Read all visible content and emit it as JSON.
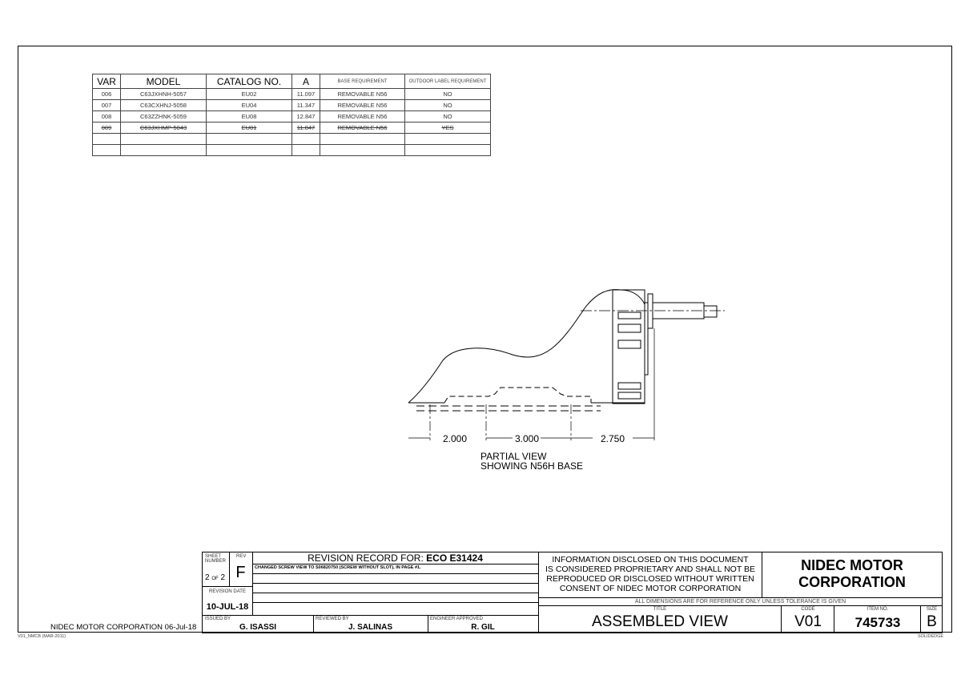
{
  "variant_table": {
    "headers": [
      "VAR",
      "MODEL",
      "CATALOG NO.",
      "A",
      "BASE REQUIREMENT",
      "OUTDOOR LABEL REQUIREMENT"
    ],
    "rows": [
      [
        "006",
        "C63JXHNH-5057",
        "EU02",
        "11.097",
        "REMOVABLE N56",
        "NO"
      ],
      [
        "007",
        "C63CXHNJ-5058",
        "EU04",
        "11.347",
        "REMOVABLE N56",
        "NO"
      ],
      [
        "008",
        "C63ZZHNK-5059",
        "EU08",
        "12.847",
        "REMOVABLE N56",
        "NO"
      ],
      [
        "009",
        "C63JXHMP-5043",
        "EU01",
        "11.847",
        "REMOVABLE N56",
        "YES"
      ]
    ]
  },
  "drawing": {
    "dimensions": [
      "2.000",
      "3.000",
      "2.750"
    ],
    "caption_line1": "PARTIAL VIEW",
    "caption_line2": "SHOWING N56H BASE"
  },
  "title_block": {
    "sheet_number_label": "SHEET NUMBER",
    "sheet": "2",
    "of": "OF",
    "sheets_total": "2",
    "rev_label": "REV",
    "rev": "F",
    "revision_date_label": "REVISION DATE",
    "revision_date": "10-JUL-18",
    "revision_record_title": "REVISION RECORD FOR:",
    "eco": "ECO E31424",
    "revision_note": "CHANGED SCREW VIEW TO S06820750 (SCREW WITHOUT SLOT), IN PAGE #1.",
    "issued_by_label": "ISSUED BY",
    "issued_by": "G. ISASSI",
    "reviewed_by_label": "REVIEWED BY",
    "reviewed_by": "J. SALINAS",
    "engineer_label": "ENGINEER APPROVED",
    "engineer": "R. GIL",
    "proprietary": [
      "INFORMATION DISCLOSED ON THIS DOCUMENT",
      "IS CONSIDERED PROPRIETARY AND SHALL NOT BE",
      "REPRODUCED OR DISCLOSED WITHOUT WRITTEN",
      "CONSENT OF NIDEC MOTOR CORPORATION"
    ],
    "company_line1": "NIDEC MOTOR",
    "company_line2": "CORPORATION",
    "dimensions_note": "ALL DIMENSIONS ARE FOR REFERENCE ONLY UNLESS TOLERANCE IS GIVEN",
    "title_label": "TITLE",
    "title": "ASSEMBLED VIEW",
    "code_label": "CODE",
    "code": "V01",
    "item_label": "ITEM NO.",
    "item": "745733",
    "size_label": "SIZE",
    "size": "B"
  },
  "footer": {
    "company_date": "NIDEC MOTOR CORPORATION 06-Jul-18",
    "form_id": "V01_NMCB (MAR-2011)",
    "software": "SOLIDEDGE"
  }
}
